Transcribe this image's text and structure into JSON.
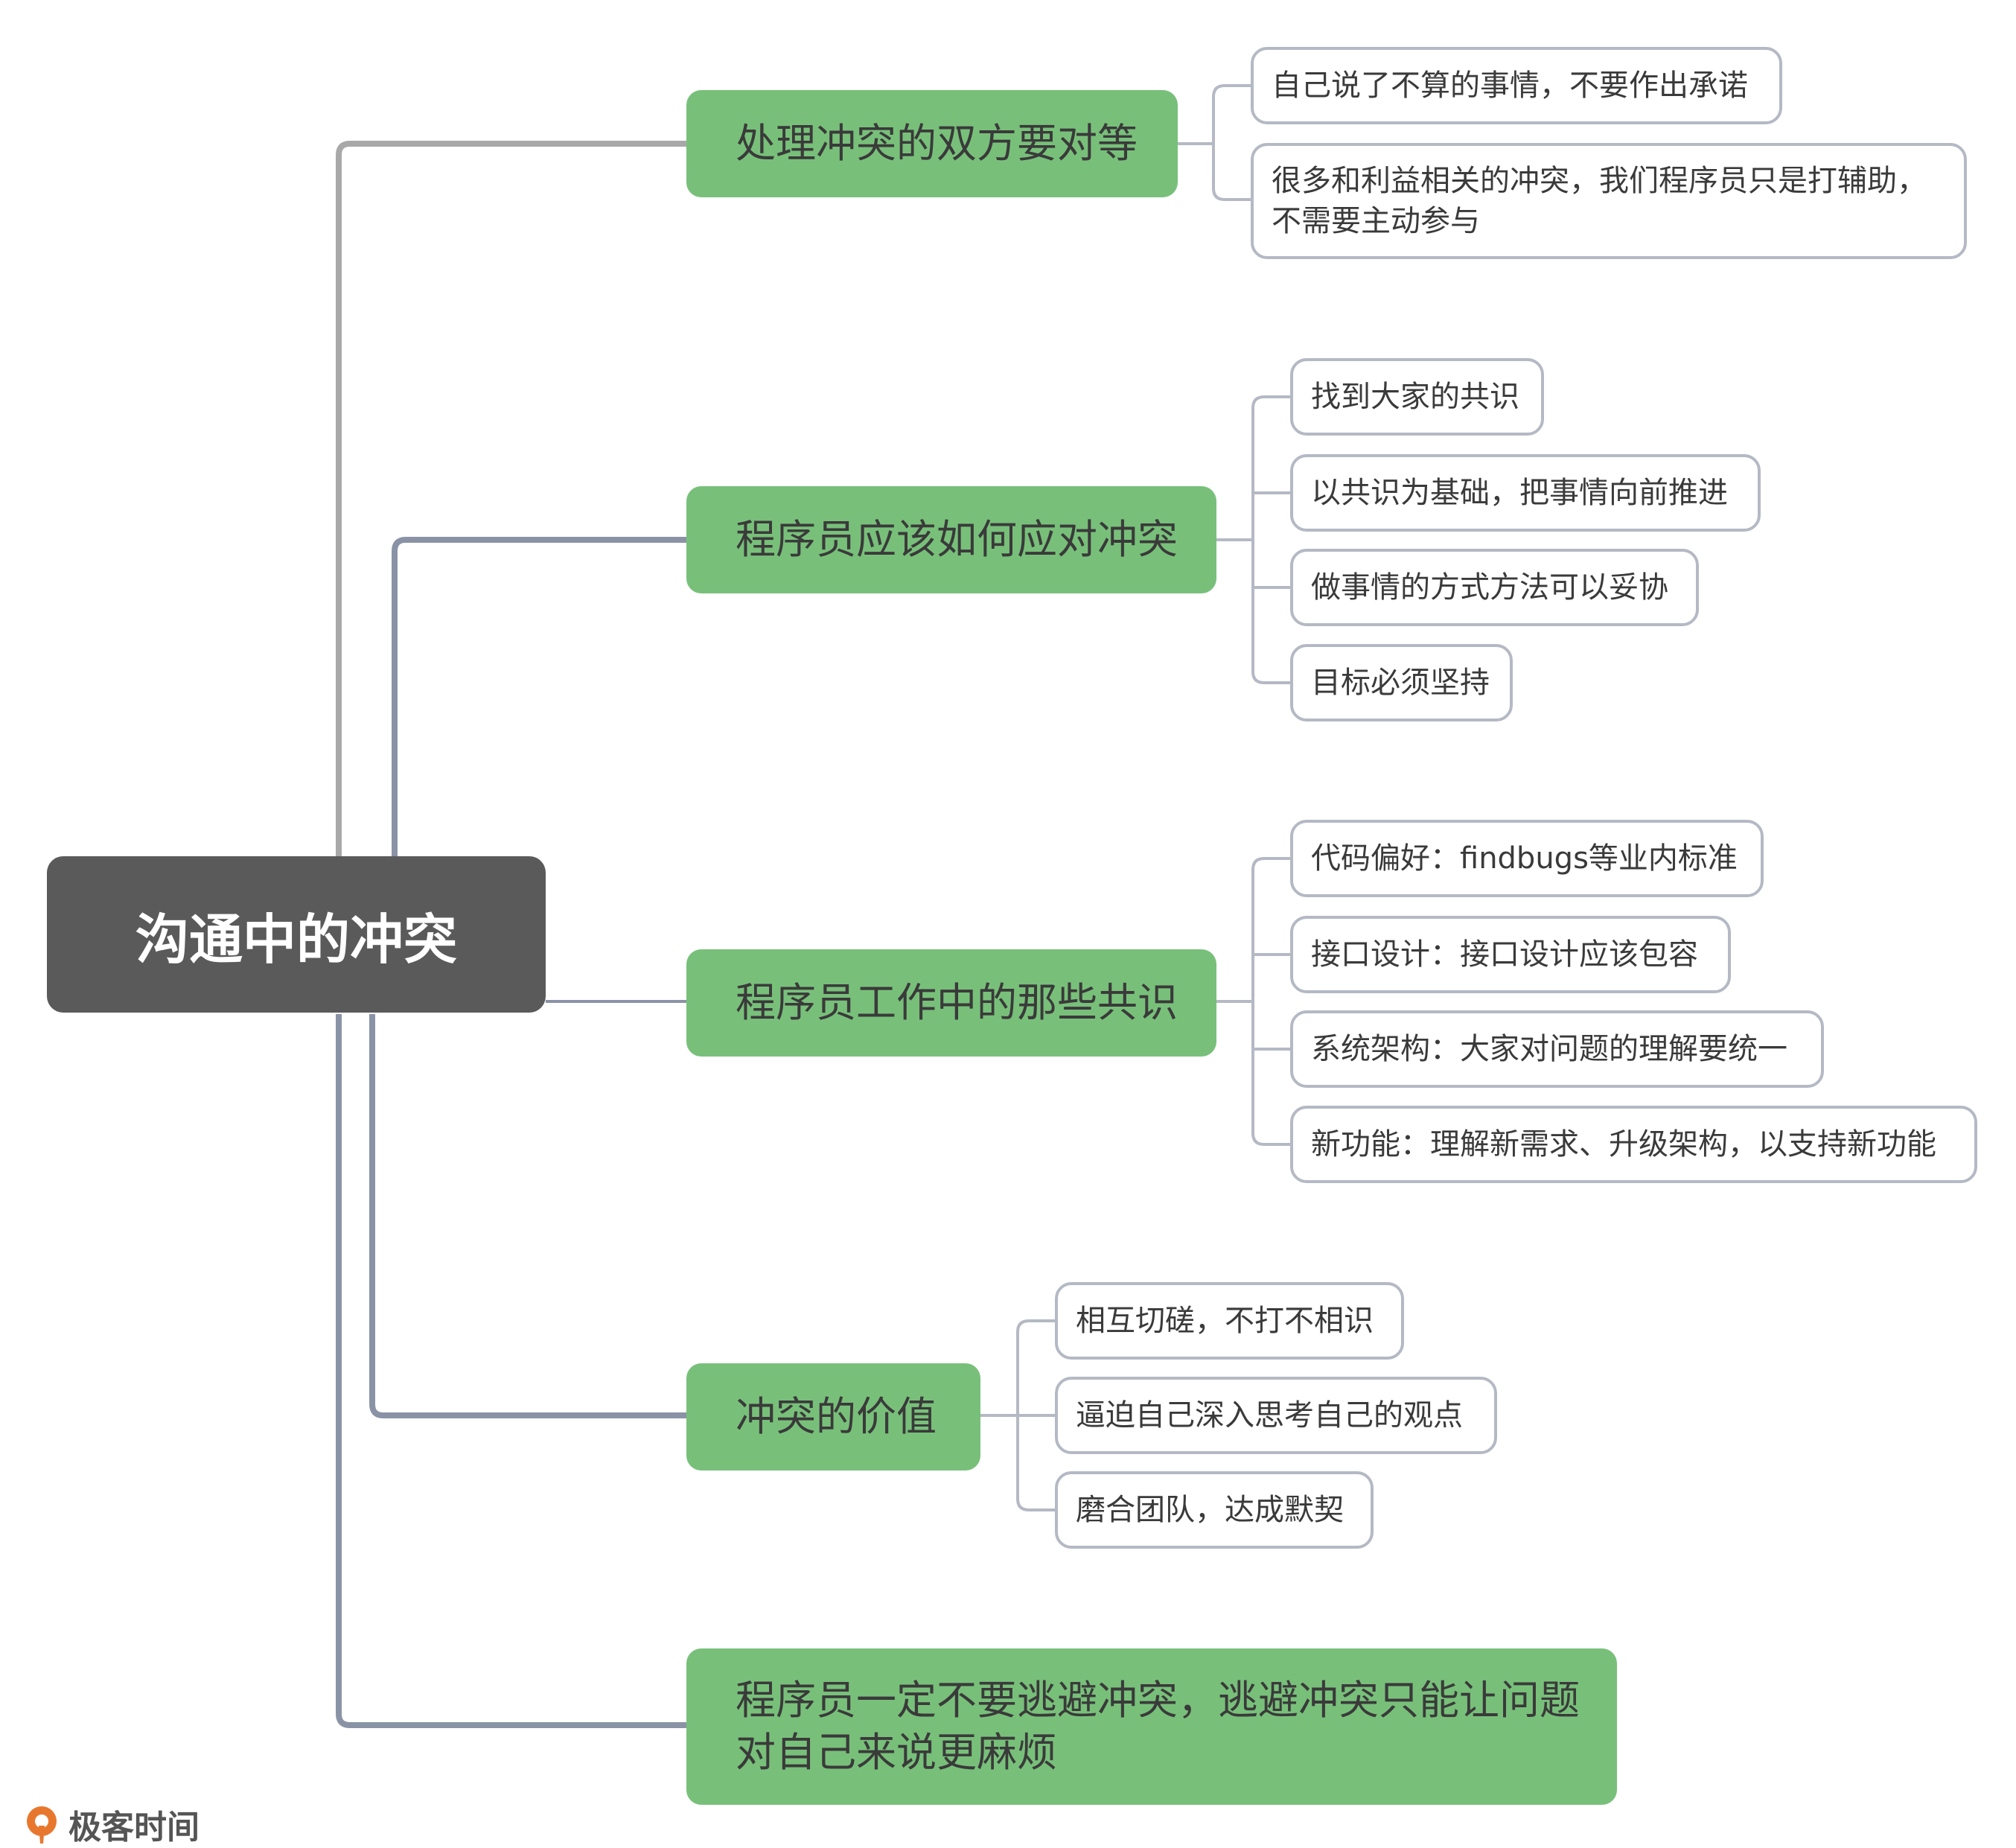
{
  "root": {
    "label": "沟通中的冲突"
  },
  "branches": [
    {
      "label": "处理冲突的双方要对等",
      "children": [
        {
          "label": "自己说了不算的事情，不要作出承诺"
        },
        {
          "label_line1": "很多和利益相关的冲突，我们程序员只是打辅助，",
          "label_line2": "不需要主动参与"
        }
      ]
    },
    {
      "label": "程序员应该如何应对冲突",
      "children": [
        {
          "label": "找到大家的共识"
        },
        {
          "label": "以共识为基础，把事情向前推进"
        },
        {
          "label": "做事情的方式方法可以妥协"
        },
        {
          "label": "目标必须坚持"
        }
      ]
    },
    {
      "label": "程序员工作中的那些共识",
      "children": [
        {
          "label": "代码偏好：findbugs等业内标准"
        },
        {
          "label": "接口设计：接口设计应该包容"
        },
        {
          "label": "系统架构：大家对问题的理解要统一"
        },
        {
          "label": "新功能：理解新需求、升级架构，以支持新功能"
        }
      ]
    },
    {
      "label": "冲突的价值",
      "children": [
        {
          "label": "相互切磋，不打不相识"
        },
        {
          "label": "逼迫自己深入思考自己的观点"
        },
        {
          "label": "磨合团队，达成默契"
        }
      ]
    },
    {
      "label_line1": "程序员一定不要逃避冲突，逃避冲突只能让问题",
      "label_line2": "对自己来说更麻烦"
    }
  ],
  "logo": {
    "text": "极客时间",
    "icon": "geektime-logo-icon",
    "color": "#e8772e"
  },
  "colors": {
    "root": "#5a5a5a",
    "branch": "#78c07a",
    "leaf_border": "#b4b9c4",
    "connector": "#8a93a6",
    "connector_top": "#a8a8a8"
  }
}
